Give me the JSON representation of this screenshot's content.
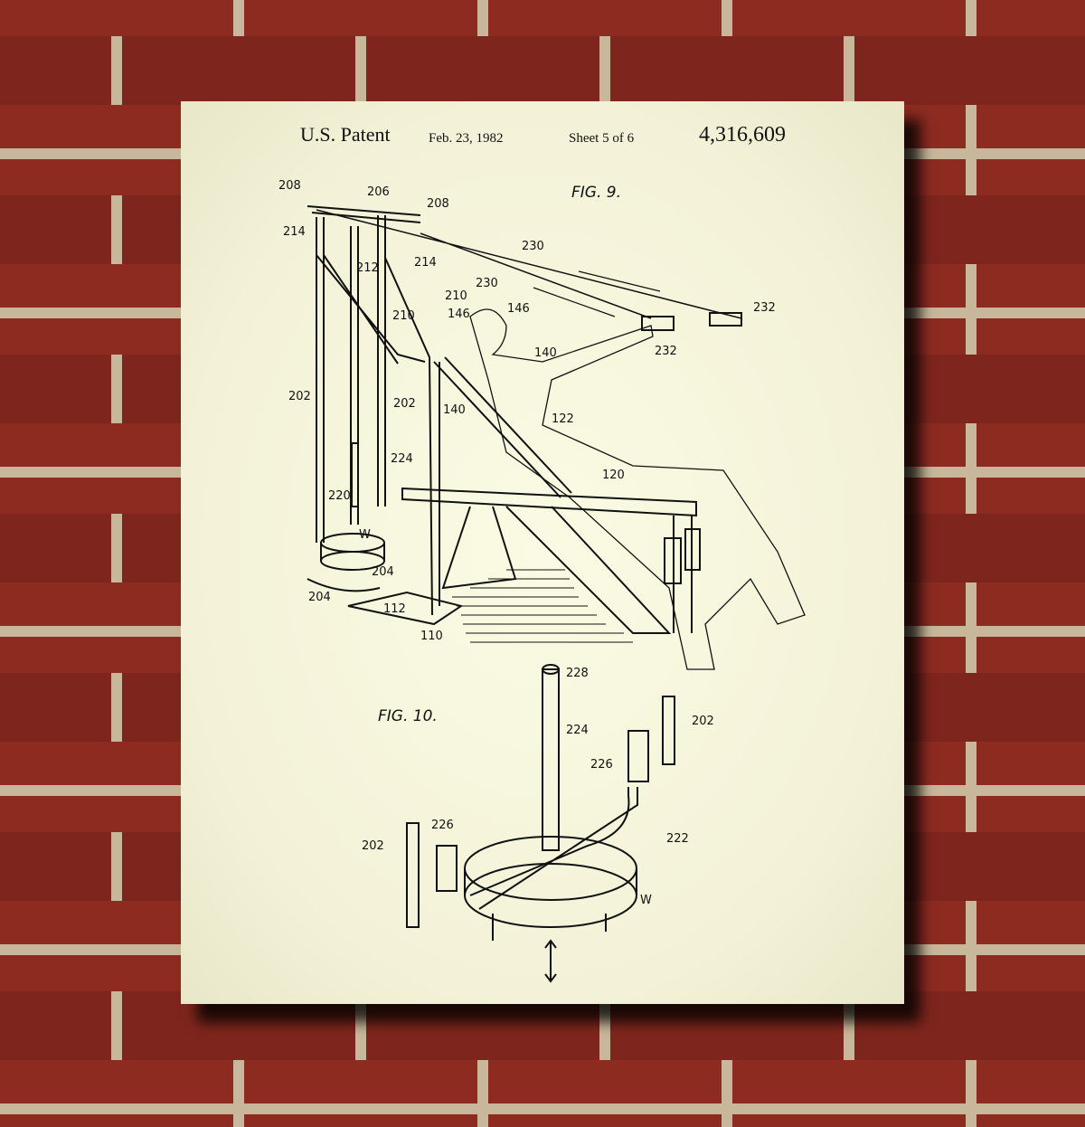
{
  "header": {
    "title": "U.S. Patent",
    "date": "Feb. 23, 1982",
    "sheet": "Sheet 5 of 6",
    "number": "4,316,609"
  },
  "fig9": {
    "caption": "FIG. 9.",
    "labels": [
      "208",
      "206",
      "208",
      "214",
      "212",
      "214",
      "230",
      "230",
      "210",
      "146",
      "146",
      "232",
      "232",
      "140",
      "210",
      "202",
      "202",
      "140",
      "122",
      "224",
      "120",
      "220",
      "W",
      "204",
      "204",
      "112",
      "110"
    ]
  },
  "fig10": {
    "caption": "FIG. 10.",
    "labels": [
      "228",
      "224",
      "202",
      "226",
      "222",
      "226",
      "202",
      "W"
    ]
  }
}
